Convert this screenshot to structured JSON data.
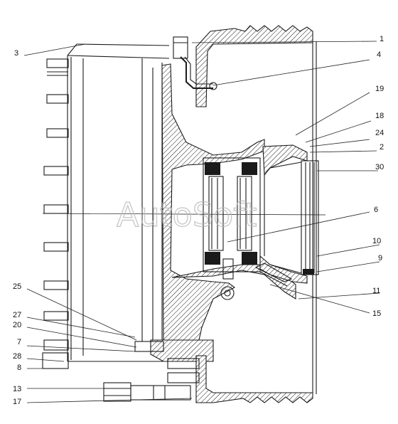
{
  "watermark": "AutoSoft",
  "callouts": [
    {
      "id": "1",
      "label": "1"
    },
    {
      "id": "2",
      "label": "2"
    },
    {
      "id": "3",
      "label": "3"
    },
    {
      "id": "4",
      "label": "4"
    },
    {
      "id": "6",
      "label": "6"
    },
    {
      "id": "7",
      "label": "7"
    },
    {
      "id": "8",
      "label": "8"
    },
    {
      "id": "9",
      "label": "9"
    },
    {
      "id": "10",
      "label": "10"
    },
    {
      "id": "11",
      "label": "11"
    },
    {
      "id": "13",
      "label": "13"
    },
    {
      "id": "15",
      "label": "15"
    },
    {
      "id": "17",
      "label": "17"
    },
    {
      "id": "18",
      "label": "18"
    },
    {
      "id": "19",
      "label": "19"
    },
    {
      "id": "20",
      "label": "20"
    },
    {
      "id": "24",
      "label": "24"
    },
    {
      "id": "25",
      "label": "25"
    },
    {
      "id": "27",
      "label": "27"
    },
    {
      "id": "28",
      "label": "28"
    },
    {
      "id": "30",
      "label": "30"
    }
  ]
}
